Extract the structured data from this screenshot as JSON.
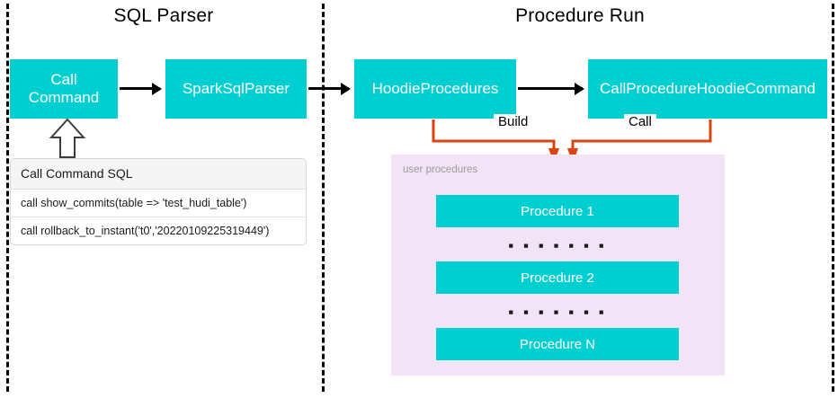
{
  "sections": {
    "left": {
      "title": "SQL Parser"
    },
    "right": {
      "title": "Procedure Run"
    }
  },
  "nodes": {
    "call_command": "Call\nCommand",
    "spark_sql_parser": "SparkSqlParser",
    "hoodie_procedures": "HoodieProcedures",
    "call_procedure_hoodie_command": "CallProcedureHoodieCommand"
  },
  "sql_box": {
    "header": "Call Command SQL",
    "rows": [
      "call show_commits(table => 'test_hudi_table')",
      "call rollback_to_instant('t0','20220109225319449')"
    ]
  },
  "connectors": {
    "build_label": "Build",
    "call_label": "Call"
  },
  "user_procedures": {
    "label": "user procedures",
    "items": [
      "Procedure 1",
      "Procedure 2",
      "Procedure N"
    ],
    "ellipsis": "▪ ▪ ▪ ▪ ▪ ▪ ▪"
  },
  "colors": {
    "node_teal": "#00CFD1",
    "panel_lavender": "#F3E3F6",
    "connector_orange": "#D94411",
    "arrow_black": "#000000",
    "divider_black": "#000000"
  }
}
